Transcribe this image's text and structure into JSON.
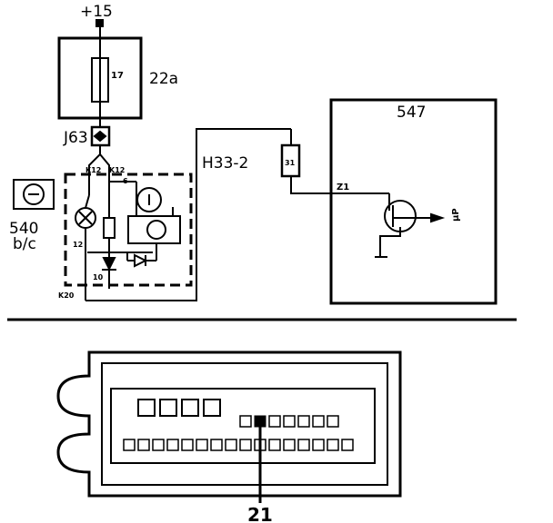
{
  "wiring": {
    "supply_label": "+15",
    "fuse": {
      "number": "17",
      "box_label": "22a"
    },
    "connector_j63": "J63",
    "connector_h33": {
      "label": "H33-2",
      "pin": "31"
    },
    "module_547": {
      "label": "547",
      "pin": "Z1",
      "output": "µP"
    },
    "gauge": {
      "label_line1": "540",
      "label_line2": "b/c"
    },
    "pin_labels": {
      "k12_left": "K12",
      "k12_right": "K12",
      "pin_6": "6",
      "pin_12": "12",
      "pin_10": "10",
      "k20": "K20"
    }
  },
  "connector_view": {
    "pin_callout": "21"
  }
}
